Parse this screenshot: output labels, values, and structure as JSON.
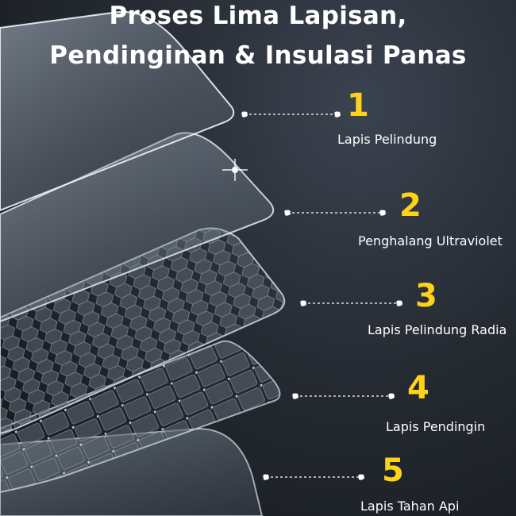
{
  "title": {
    "line1": "Proses Lima Lapisan,",
    "line2": "Pendinginan & Insulasi Panas"
  },
  "layers": [
    {
      "number": "1",
      "label": "Lapis Pelindung"
    },
    {
      "number": "2",
      "label": "Penghalang Ultraviolet"
    },
    {
      "number": "3",
      "label": "Lapis Pelindung Radia"
    },
    {
      "number": "4",
      "label": "Lapis Pendingin"
    },
    {
      "number": "5",
      "label": "Lapis Tahan Api"
    }
  ],
  "colors": {
    "number": "#ffd21a",
    "label": "#ffffff",
    "background": "#262b33"
  }
}
